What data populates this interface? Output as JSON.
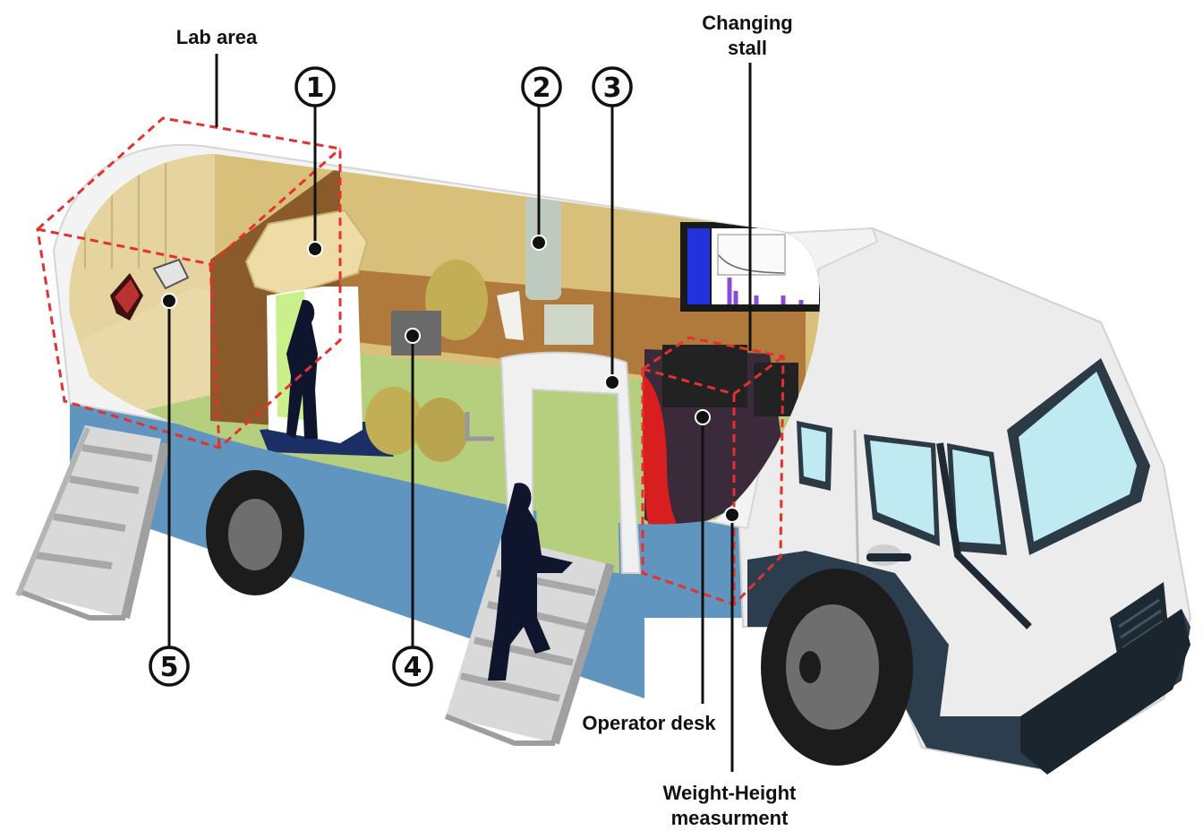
{
  "labels": {
    "lab_area": "Lab area",
    "changing_stall_1": "Changing",
    "changing_stall_2": "stall",
    "operator_desk": "Operator desk",
    "weight_height_1": "Weight-Height",
    "weight_height_2": "measurment"
  },
  "markers": [
    "1",
    "2",
    "3",
    "4",
    "5"
  ],
  "colors": {
    "body_white": "#f2f2f2",
    "lower_blue": "#5f95bf",
    "interior_wall": "#d8c07a",
    "floor_green": "#b6cf7e",
    "wood": "#b07a3c",
    "dashed_red": "#e53030",
    "dark_trim": "#2c3e4e"
  }
}
